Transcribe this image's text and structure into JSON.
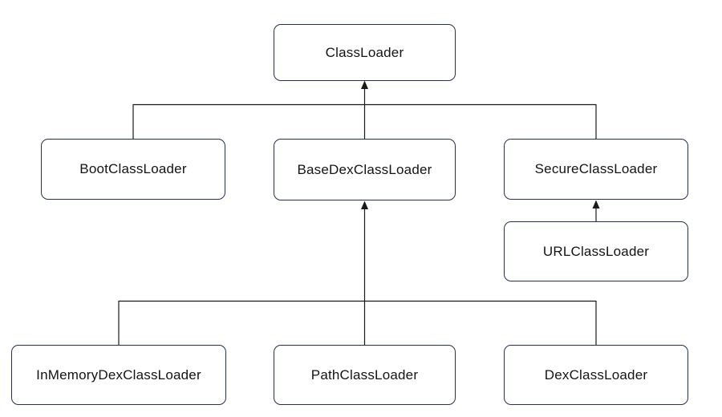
{
  "diagram": {
    "nodes": {
      "classloader": {
        "label": "ClassLoader"
      },
      "bootclassloader": {
        "label": "BootClassLoader"
      },
      "basedexclassloader": {
        "label": "BaseDexClassLoader"
      },
      "secureclassloader": {
        "label": "SecureClassLoader"
      },
      "urlclassloader": {
        "label": "URLClassLoader"
      },
      "inmemorydexclassloader": {
        "label": "InMemoryDexClassLoader"
      },
      "pathclassloader": {
        "label": "PathClassLoader"
      },
      "dexclassloader": {
        "label": "DexClassLoader"
      }
    },
    "edges": [
      {
        "from": "BootClassLoader",
        "to": "ClassLoader",
        "type": "inheritance-arrow"
      },
      {
        "from": "BaseDexClassLoader",
        "to": "ClassLoader",
        "type": "inheritance-arrow"
      },
      {
        "from": "SecureClassLoader",
        "to": "ClassLoader",
        "type": "inheritance-arrow"
      },
      {
        "from": "URLClassLoader",
        "to": "SecureClassLoader",
        "type": "inheritance-arrow"
      },
      {
        "from": "InMemoryDexClassLoader",
        "to": "BaseDexClassLoader",
        "type": "inheritance-arrow"
      },
      {
        "from": "PathClassLoader",
        "to": "BaseDexClassLoader",
        "type": "inheritance-arrow"
      },
      {
        "from": "DexClassLoader",
        "to": "BaseDexClassLoader",
        "type": "inheritance-arrow"
      }
    ]
  },
  "colors": {
    "background": "#ffffff",
    "box_border": "#28304f",
    "line": "#1a1a1a",
    "text": "#141414"
  }
}
